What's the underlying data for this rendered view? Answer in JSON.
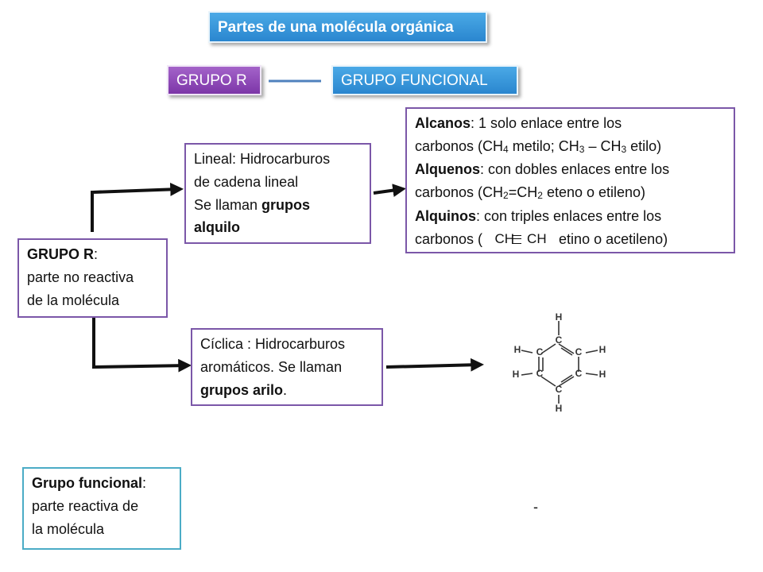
{
  "title": "Partes de una molécula orgánica",
  "pill_grupo_r": "GRUPO R",
  "pill_grupo_funcional": "GRUPO FUNCIONAL",
  "grupo_r_box": {
    "term": "GRUPO R",
    "colon": ":",
    "line2": "parte no reactiva",
    "line3": "de la molécula"
  },
  "lineal_box": {
    "line1": "Lineal: Hidrocarburos",
    "line2": "de cadena lineal",
    "line3_prefix": "Se llaman ",
    "line3_bold": "grupos",
    "line4_bold": "alquilo"
  },
  "ciclica_box": {
    "line1": "Cíclica : Hidrocarburos",
    "line2": "aromáticos. Se llaman",
    "line3_bold": "grupos arilo",
    "line3_suffix": "."
  },
  "alkanes_box": {
    "alcanos_term": "Alcanos",
    "alcanos_line1": ": 1 solo enlace entre los",
    "alcanos_line2_a": "carbonos (CH",
    "alcanos_line2_sub1": "4",
    "alcanos_line2_b": " metilo; CH",
    "alcanos_line2_sub2": "3",
    "alcanos_line2_c": " – CH",
    "alcanos_line2_sub3": "3",
    "alcanos_line2_d": " etilo)",
    "alquenos_term": "Alquenos",
    "alquenos_line1": ": con dobles enlaces entre los",
    "alquenos_line2_a": "carbonos (CH",
    "alquenos_line2_sub1": "2",
    "alquenos_line2_b": "=CH",
    "alquenos_line2_sub2": "2",
    "alquenos_line2_c": " eteno o etileno)",
    "alquinos_term": "Alquinos",
    "alquinos_line1": ": con triples enlaces entre los",
    "alquinos_line2_a": "carbonos (",
    "alquinos_formula_left": "CH",
    "alquinos_formula_right": "CH",
    "alquinos_line2_b": "etino o acetileno)"
  },
  "grupo_funcional_box": {
    "term": "Grupo funcional",
    "colon": ":",
    "line2": "parte reactiva de",
    "line3": "la molécula"
  },
  "dash_text": "-",
  "benzene": {
    "atom_c": "C",
    "atom_h": "H"
  },
  "colors": {
    "purple_border": "#7b57a8",
    "blue_border": "#4bacc6",
    "title_blue": "#2a86cf",
    "pill_purple": "#7c36a8",
    "connector": "#4f81bd"
  }
}
